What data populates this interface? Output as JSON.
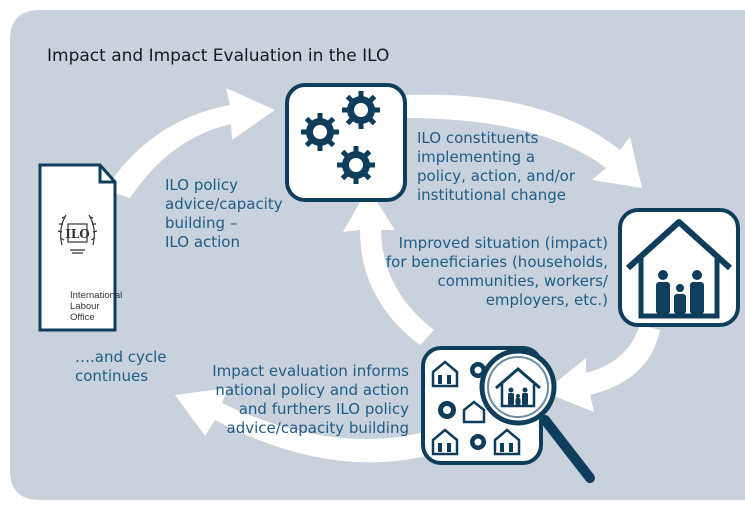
{
  "title": "Impact and Impact Evaluation in the ILO",
  "steps": {
    "ilo_action": [
      "ILO policy",
      "advice/capacity",
      "building –",
      "ILO action"
    ],
    "constituents": [
      "ILO constituents",
      "implementing a",
      "policy, action, and/or",
      "institutional change"
    ],
    "improved": [
      "Improved situation (impact)",
      "for beneficiaries (households,",
      "communities, workers/",
      "employers, etc.)"
    ],
    "evaluation": [
      "Impact evaluation informs",
      "national policy and action",
      "and furthers ILO policy",
      "advice/capacity building"
    ],
    "cycle": [
      "….and cycle",
      "continues"
    ]
  },
  "document": {
    "logo_text": "ILO",
    "caption": [
      "International",
      "Labour",
      "Office"
    ]
  },
  "colors": {
    "background": "#c8d1dc",
    "panel_white": "#ffffff",
    "icon_dark": "#0f3d5c",
    "text_blue": "#1f5d84"
  },
  "icons": [
    "document-icon",
    "gears-icon",
    "house-family-icon",
    "magnifier-houses-icon"
  ]
}
